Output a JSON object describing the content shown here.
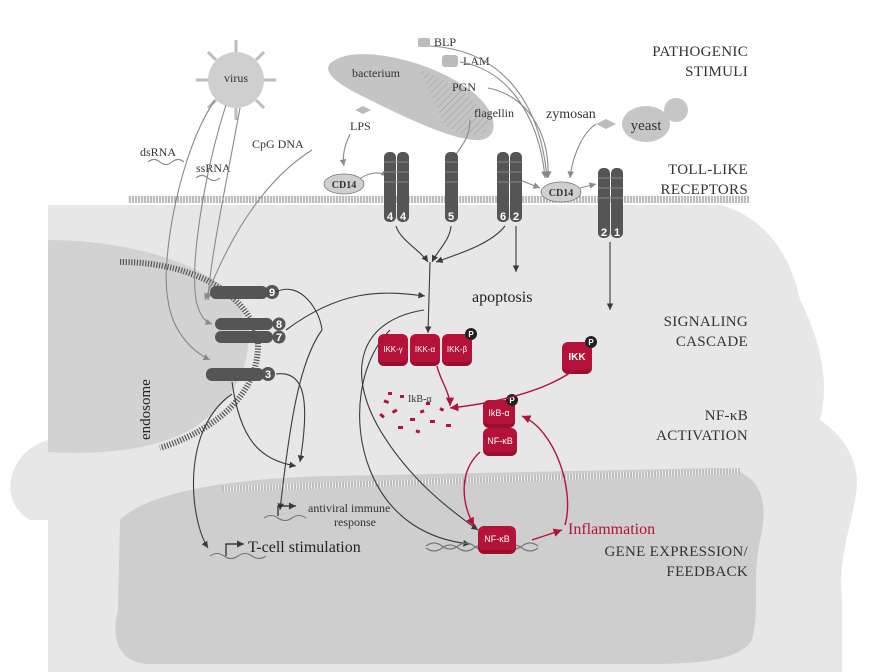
{
  "stages": {
    "pathogenic_1": "PATHOGENIC",
    "pathogenic_2": "STIMULI",
    "tlr_1": "TOLL-LIKE",
    "tlr_2": "RECEPTORS",
    "signaling_1": "SIGNALING",
    "signaling_2": "CASCADE",
    "nfkb_1": "NF-κB",
    "nfkb_2": "ACTIVATION",
    "gene_1": "GENE EXPRESSION/",
    "gene_2": "FEEDBACK"
  },
  "pathogens": {
    "virus": "virus",
    "bacterium": "bacterium",
    "blp": "BLP",
    "lam": "LAM",
    "pgn": "PGN",
    "flagellin": "flagellin",
    "lps": "LPS",
    "cpg": "CpG DNA",
    "dsrna": "dsRNA",
    "ssrna": "ssRNA",
    "zymosan": "zymosan",
    "yeast": "yeast"
  },
  "receptors": {
    "cd14_left": "CD14",
    "cd14_right": "CD14",
    "tlr4a": "4",
    "tlr4b": "4",
    "tlr5": "5",
    "tlr6": "6",
    "tlr2a": "2",
    "tlr2b": "2",
    "tlr1": "1",
    "tlr9": "9",
    "tlr8": "8",
    "tlr7": "7",
    "tlr3": "3"
  },
  "compartments": {
    "endosome": "endosome"
  },
  "signaling": {
    "apoptosis": "apoptosis",
    "ikk_gamma": "IKK-γ",
    "ikk_alpha": "IKK-α",
    "ikk_beta": "IKK-β",
    "ikk": "IKK",
    "ikb_fragments": "IkB-α",
    "ikb_alpha": "IkB-α",
    "nfkb_cyto": "NF-κB",
    "nfkb_nuc": "NF-κB",
    "phospho": "P"
  },
  "outputs": {
    "antiviral_1": "antiviral immune",
    "antiviral_2": "response",
    "tcell": "T-cell stimulation",
    "inflammation": "Inflammation"
  },
  "colors": {
    "accent_red": "#b5123a",
    "receptor_gray": "#555555",
    "cell_gray": "#e6e6e6",
    "nucleus_gray": "#cdcdcd"
  }
}
